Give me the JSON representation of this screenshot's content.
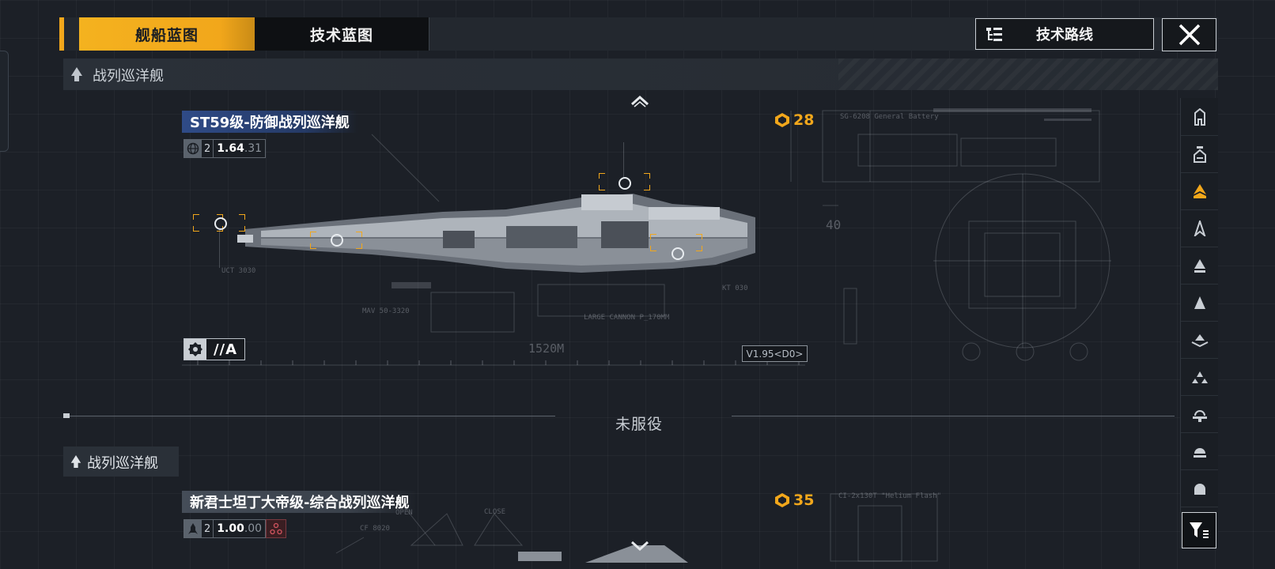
{
  "tabs": {
    "active": "舰船蓝图",
    "inactive": "技术蓝图"
  },
  "route_button": "技术路线",
  "section": {
    "current": "战列巡洋舰",
    "next": "战列巡洋舰"
  },
  "ship1": {
    "name": "ST59级-防御战列巡洋舰",
    "stat_num": "2",
    "stat_val": "1.64",
    "stat_val_suffix": ".31",
    "cost": "28",
    "grade": "//A",
    "version": "V1.95<D0>",
    "length": "1520M",
    "blueprint_label": "SG-6208 General Battery",
    "weapon_label_1": "UCT 3030",
    "weapon_label_2": "MAV 50-3320",
    "weapon_label_3": "LARGE CANNON P_170MM",
    "weapon_label_4": "KT 030",
    "armor_label": "40"
  },
  "divider_label": "未服役",
  "ship2": {
    "name": "新君士坦丁大帝级-综合战列巡洋舰",
    "stat_num": "2",
    "stat_val": "1.00",
    "stat_val_suffix": ".00",
    "cost": "35",
    "blueprint_label": "CI-2x130T \"Helium Flash\"",
    "weapon_label": "CF 8020",
    "close_label": "CLOSE",
    "open_label": "OPEN"
  },
  "filters": [
    {
      "name": "filter-carrier-icon"
    },
    {
      "name": "filter-battleship-icon"
    },
    {
      "name": "filter-battlecruiser-icon",
      "active": true
    },
    {
      "name": "filter-cruiser-icon"
    },
    {
      "name": "filter-destroyer-icon"
    },
    {
      "name": "filter-frigate-icon"
    },
    {
      "name": "filter-corvette-icon"
    },
    {
      "name": "filter-fighter-icon"
    },
    {
      "name": "filter-support-icon"
    },
    {
      "name": "filter-auxiliary-icon"
    },
    {
      "name": "filter-utility-icon"
    }
  ],
  "colors": {
    "accent": "#f2a71b",
    "title_blue": "#2f4b87"
  }
}
